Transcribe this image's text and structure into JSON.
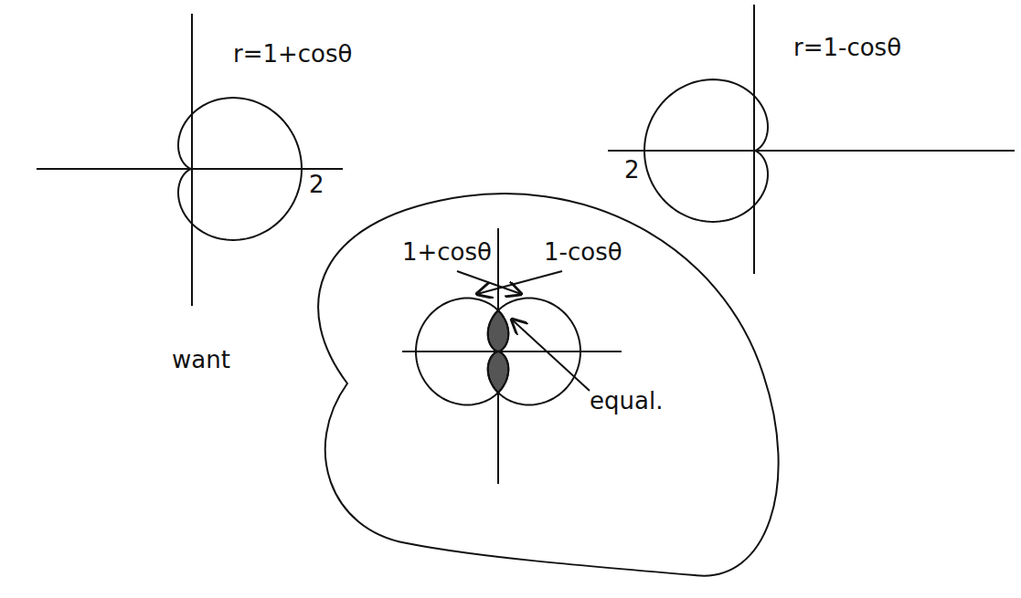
{
  "diagram": {
    "nodes": [
      {
        "text": [
          "1+cosθ",
          "1-cosθ",
          "equal."
        ]
      }
    ],
    "labels": [
      "r=1+cosθ",
      "2",
      "r=1-cosθ",
      "2",
      "want"
    ]
  }
}
